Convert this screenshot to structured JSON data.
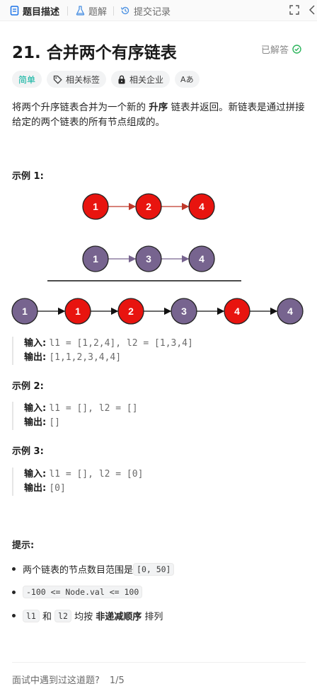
{
  "tabs": [
    {
      "label": "题目描述"
    },
    {
      "label": "题解"
    },
    {
      "label": "提交记录"
    }
  ],
  "problem": {
    "title": "21. 合并两个有序链表",
    "status": "已解答",
    "tags": {
      "difficulty": "简单",
      "related_tags": "相关标签",
      "related_companies": "相关企业",
      "translate_icon_text": "Aあ"
    },
    "description_part1": "将两个升序链表合并为一个新的 ",
    "description_bold": "升序",
    "description_part2": " 链表并返回。新链表是通过拼接给定的两个链表的所有节点组成的。"
  },
  "examples": [
    {
      "title": "示例 1:",
      "input_label": "输入:",
      "input": "l1 = [1,2,4], l2 = [1,3,4]",
      "output_label": "输出:",
      "output": "[1,1,2,3,4,4]"
    },
    {
      "title": "示例 2:",
      "input_label": "输入:",
      "input": "l1 = [], l2 = []",
      "output_label": "输出:",
      "output": "[]"
    },
    {
      "title": "示例 3:",
      "input_label": "输入:",
      "input": "l1 = [], l2 = [0]",
      "output_label": "输出:",
      "output": "[0]"
    }
  ],
  "diagram": {
    "list1": [
      "1",
      "2",
      "4"
    ],
    "list2": [
      "1",
      "3",
      "4"
    ],
    "merged": [
      "1",
      "1",
      "2",
      "3",
      "4",
      "4"
    ],
    "merged_colors": [
      "purple",
      "red",
      "red",
      "purple",
      "red",
      "purple"
    ],
    "colors": {
      "red": "#e8140f",
      "purple": "#77648f",
      "red_arrow": "#c0392b",
      "purple_arrow": "#77648f"
    }
  },
  "hints": {
    "title": "提示:",
    "items": [
      {
        "text": "两个链表的节点数目范围是 ",
        "code": "[0, 50]"
      },
      {
        "code": "-100 <= Node.val <= 100"
      },
      {
        "code1": "l1",
        "mid1": " 和 ",
        "code2": "l2",
        "mid2": " 均按 ",
        "bold": "非递减顺序",
        "tail": " 排列"
      }
    ]
  },
  "footer": {
    "question": "面试中遇到过这道题?",
    "count": "1/5"
  },
  "colors": {
    "easy": "#00af9b",
    "solved_check": "#2db55d"
  }
}
